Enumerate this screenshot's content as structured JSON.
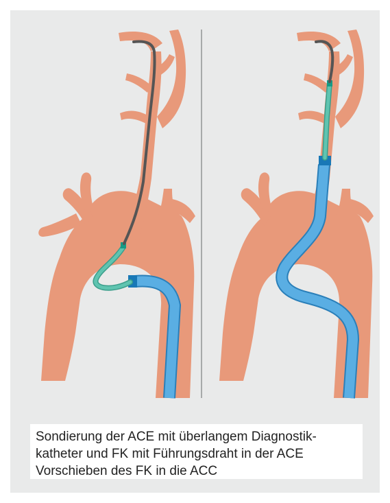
{
  "caption": {
    "lines": [
      "Sondierung der ACE mit überlangem Diagnostik-",
      "katheter und FK mit Führungsdraht in der ACE",
      "Vorschieben des FK in die ACC"
    ]
  },
  "colors": {
    "background": "#e9eaea",
    "vessel": "#e8997a",
    "guidewire": "#555555",
    "diagnostic_catheter": "#5fc4b0",
    "guiding_catheter": "#5aaee3",
    "catheter_tip": "#1878b6",
    "divider": "#a7aaaa"
  },
  "panels": [
    {
      "name": "left-panel",
      "stage": "Sondierung der ACE"
    },
    {
      "name": "right-panel",
      "stage": "Vorschieben des FK in die ACC"
    }
  ]
}
